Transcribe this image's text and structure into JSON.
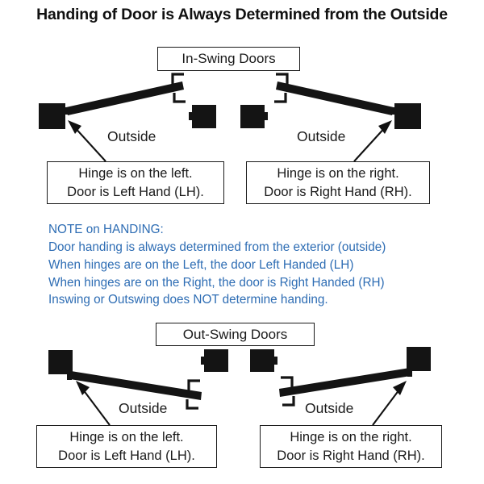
{
  "page": {
    "title": "Handing of Door is Always Determined from the Outside",
    "background_color": "#ffffff",
    "ink_color": "#1a1a1a",
    "note_color": "#2e6db4"
  },
  "sections": {
    "inswing": {
      "header_label": "In-Swing Doors",
      "left": {
        "outside_label": "Outside",
        "callout_line1": "Hinge is on the left.",
        "callout_line2": "Door is Left Hand (LH)."
      },
      "right": {
        "outside_label": "Outside",
        "callout_line1": "Hinge is on the right.",
        "callout_line2": "Door is Right Hand (RH)."
      }
    },
    "outswing": {
      "header_label": "Out-Swing Doors",
      "left": {
        "outside_label": "Outside",
        "callout_line1": "Hinge is on the left.",
        "callout_line2": "Door is Left Hand (LH)."
      },
      "right": {
        "outside_label": "Outside",
        "callout_line1": "Hinge is on the right.",
        "callout_line2": "Door is Right Hand (RH)."
      }
    }
  },
  "note": {
    "heading": "NOTE on HANDING:",
    "lines": [
      "Door handing is always determined from the exterior (outside)",
      "When hinges are on the Left, the door Left Handed (LH)",
      "When hinges are on the Right, the door is Right Handed (RH)",
      "Inswing or Outswing does NOT determine handing."
    ]
  }
}
